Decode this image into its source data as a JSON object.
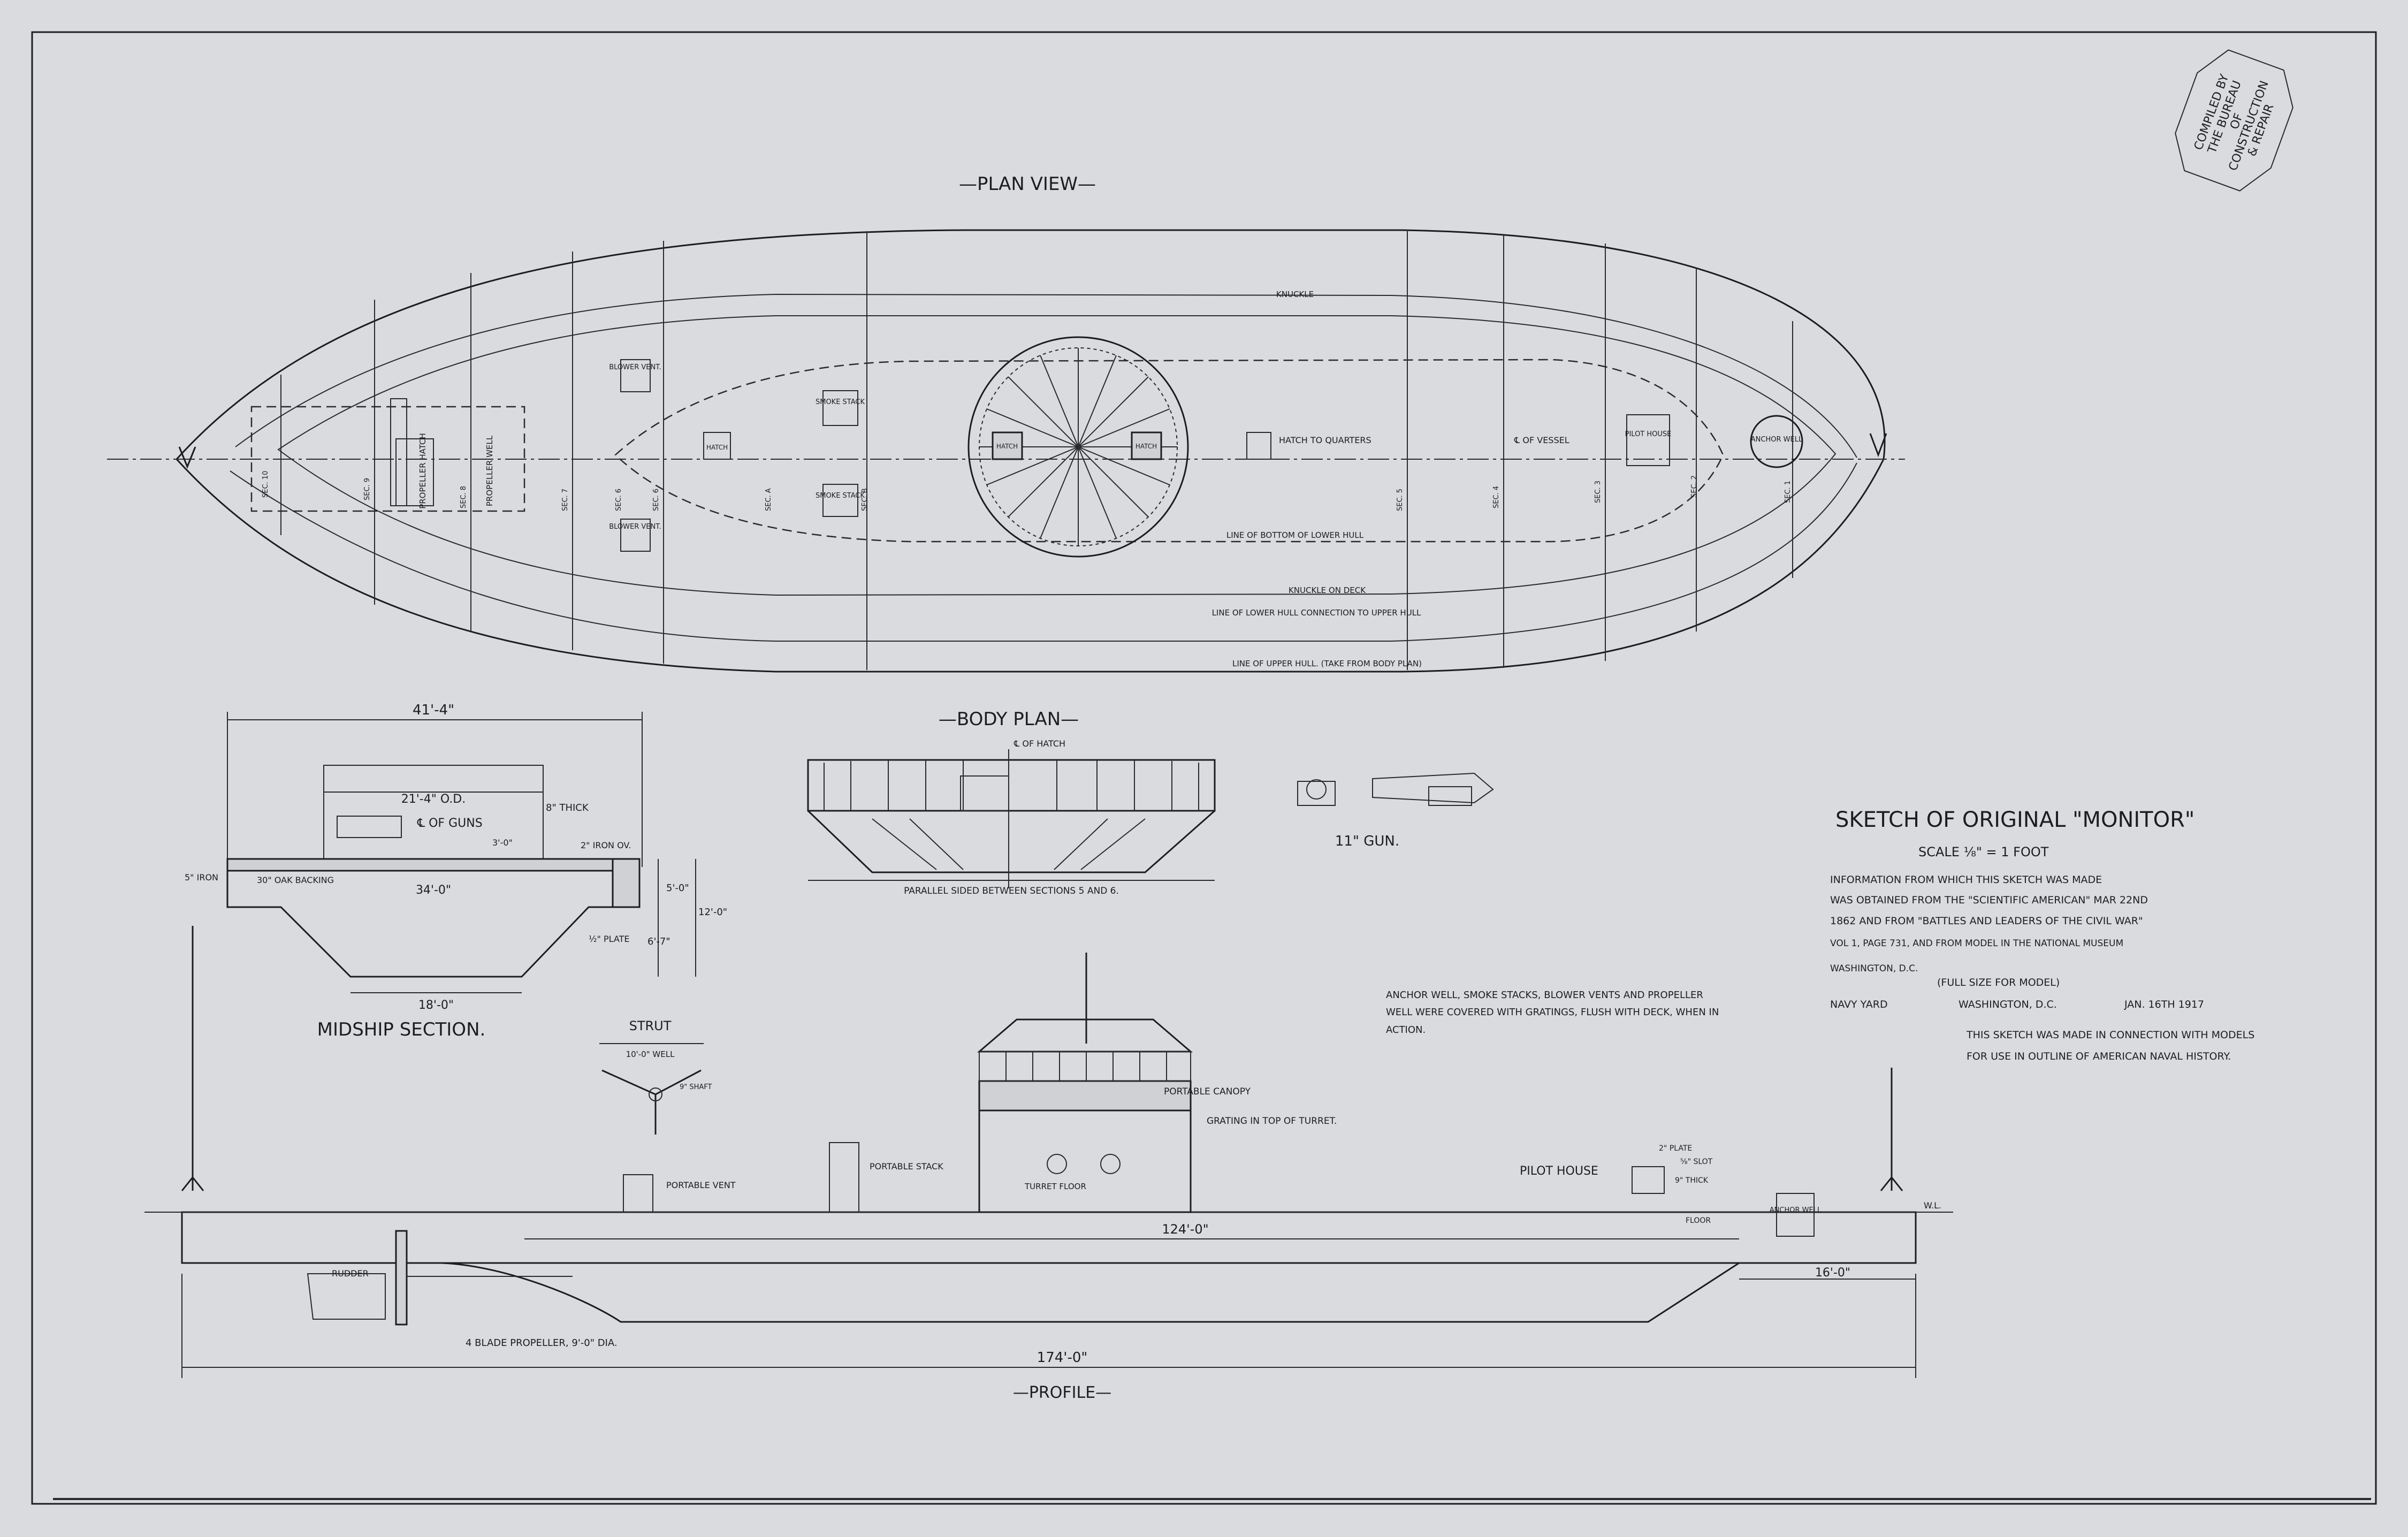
{
  "plan_view": {
    "title": "—PLAN VIEW—",
    "labels": {
      "knuckle": "KNUCKLE",
      "blower_vent": "BLOWER VENT.",
      "smoke_stack": "SMOKE STACK",
      "hatch": "HATCH",
      "hatch_to_quarters": "HATCH TO QUARTERS",
      "center_of_vessel": "℄ OF VESSEL",
      "pilot_house": "PILOT HOUSE",
      "anchor_well": "ANCHOR WELL",
      "propeller_hatch": "PROPELLER HATCH",
      "propeller_well": "PROPELLER WELL",
      "line_bottom_lower_hull": "LINE OF BOTTOM OF LOWER HULL",
      "knuckle_on_deck": "KNUCKLE ON DECK",
      "line_lower_hull_connection": "LINE OF LOWER HULL CONNECTION TO UPPER HULL",
      "line_upper_hull": "LINE OF UPPER HULL. (TAKE FROM BODY PLAN)"
    },
    "sections": [
      "SEC. 10",
      "SEC. 9",
      "SEC. 8",
      "SEC. 7",
      "SEC. 6",
      "SEC. 6",
      "SEC. A",
      "SEC. B",
      "SEC. 5",
      "SEC. 4",
      "SEC. 3",
      "SEC. 2",
      "SEC. 1"
    ]
  },
  "body_plan": {
    "title": "—BODY PLAN—",
    "center_hatch": "℄ OF HATCH",
    "note": "PARALLEL SIDED BETWEEN SECTIONS 5 AND 6."
  },
  "midship": {
    "title": "MIDSHIP SECTION.",
    "dims": {
      "beam": "41'-4\"",
      "turret_od": "21'-4\" O.D.",
      "thick": "8\" THICK",
      "center_guns": "℄ OF GUNS",
      "iron_ov": "2\" IRON OV.",
      "iron5": "5\" IRON",
      "oak_backing": "30\" OAK BACKING",
      "w34": "34'-0\"",
      "plate": "½\" PLATE",
      "bottom": "18'-0\"",
      "h5": "5'-0\"",
      "h6": "6'-7\"",
      "h12": "12'-0\"",
      "h3": "3'-0\""
    }
  },
  "gun": {
    "label": "11\" GUN."
  },
  "strut": {
    "title": "STRUT",
    "well": "10'-0\" WELL",
    "shaft": "9\" SHAFT"
  },
  "title_block": {
    "title": "SKETCH OF ORIGINAL \"MONITOR\"",
    "scale": "SCALE ⅛\" = 1 FOOT",
    "info": [
      "INFORMATION FROM WHICH THIS SKETCH WAS MADE",
      "WAS OBTAINED FROM THE \"SCIENTIFIC AMERICAN\" MAR 22ND",
      "1862 AND FROM \"BATTLES AND LEADERS OF THE CIVIL WAR\"",
      "VOL 1, PAGE 731, AND FROM MODEL IN THE NATIONAL MUSEUM",
      "WASHINGTON, D.C."
    ],
    "full_size": "(FULL SIZE FOR MODEL)",
    "navy_yard": "NAVY YARD",
    "place": "WASHINGTON, D.C.",
    "date": "JAN. 16TH 1917",
    "models_note": [
      "THIS SKETCH WAS MADE IN CONNECTION WITH MODELS",
      "FOR USE IN OUTLINE OF AMERICAN NAVAL HISTORY."
    ]
  },
  "grating_note": [
    "ANCHOR WELL, SMOKE STACKS, BLOWER VENTS AND PROPELLER",
    "WELL WERE COVERED WITH GRATINGS, FLUSH WITH DECK, WHEN IN",
    "ACTION."
  ],
  "profile": {
    "title": "—PROFILE—",
    "portable_vent": "PORTABLE VENT",
    "portable_stack": "PORTABLE STACK",
    "portable_canopy": "PORTABLE CANOPY",
    "grating_turret": "GRATING IN TOP OF TURRET.",
    "turret_floor": "TURRET FLOOR",
    "pilot_house": "PILOT HOUSE",
    "plate": "2\" PLATE",
    "slot": "⅝\" SLOT",
    "thick": "9\" THICK",
    "floor": "FLOOR",
    "anchor_well": "ANCHOR WELL",
    "wl": "W.L.",
    "rudder": "RUDDER",
    "propeller": "4 BLADE PROPELLER, 9'-0\" DIA.",
    "len124": "124'-0\"",
    "len16": "16'-0\"",
    "len174": "174'-0\""
  },
  "stamp": [
    "COMPILED BY",
    "THE BUREAU",
    "OF",
    "CONSTRUCTION",
    "& REPAIR"
  ]
}
